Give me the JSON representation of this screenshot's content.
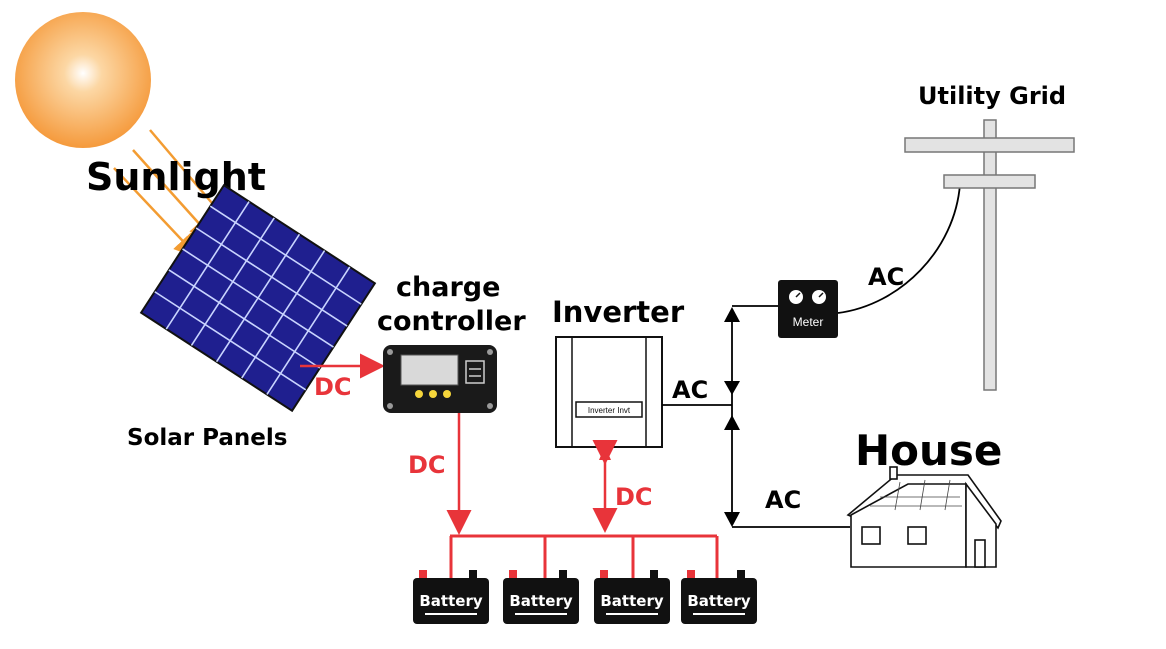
{
  "labels": {
    "sunlight": "Sunlight",
    "solar_panels": "Solar Panels",
    "charge_controller_line1": "charge",
    "charge_controller_line2": "controller",
    "inverter": "Inverter",
    "inverter_plate": "Inverter Invt",
    "utility_grid": "Utility Grid",
    "meter": "Meter",
    "house": "House",
    "battery": "Battery"
  },
  "flows": {
    "panel_to_controller": "DC",
    "controller_to_batteries": "DC",
    "batteries_inverter": "DC",
    "inverter_out": "AC",
    "to_house": "AC",
    "grid_to_meter": "AC"
  },
  "batteries": [
    {
      "label": "Battery"
    },
    {
      "label": "Battery"
    },
    {
      "label": "Battery"
    },
    {
      "label": "Battery"
    }
  ],
  "colors": {
    "sun": "#f7a84a",
    "ray": "#f39c32",
    "panel": "#1f1f8f",
    "dc": "#e8343a",
    "ac": "#000000",
    "controller_screen": "#d9d9d9",
    "controller_led": "#f6d63b"
  }
}
